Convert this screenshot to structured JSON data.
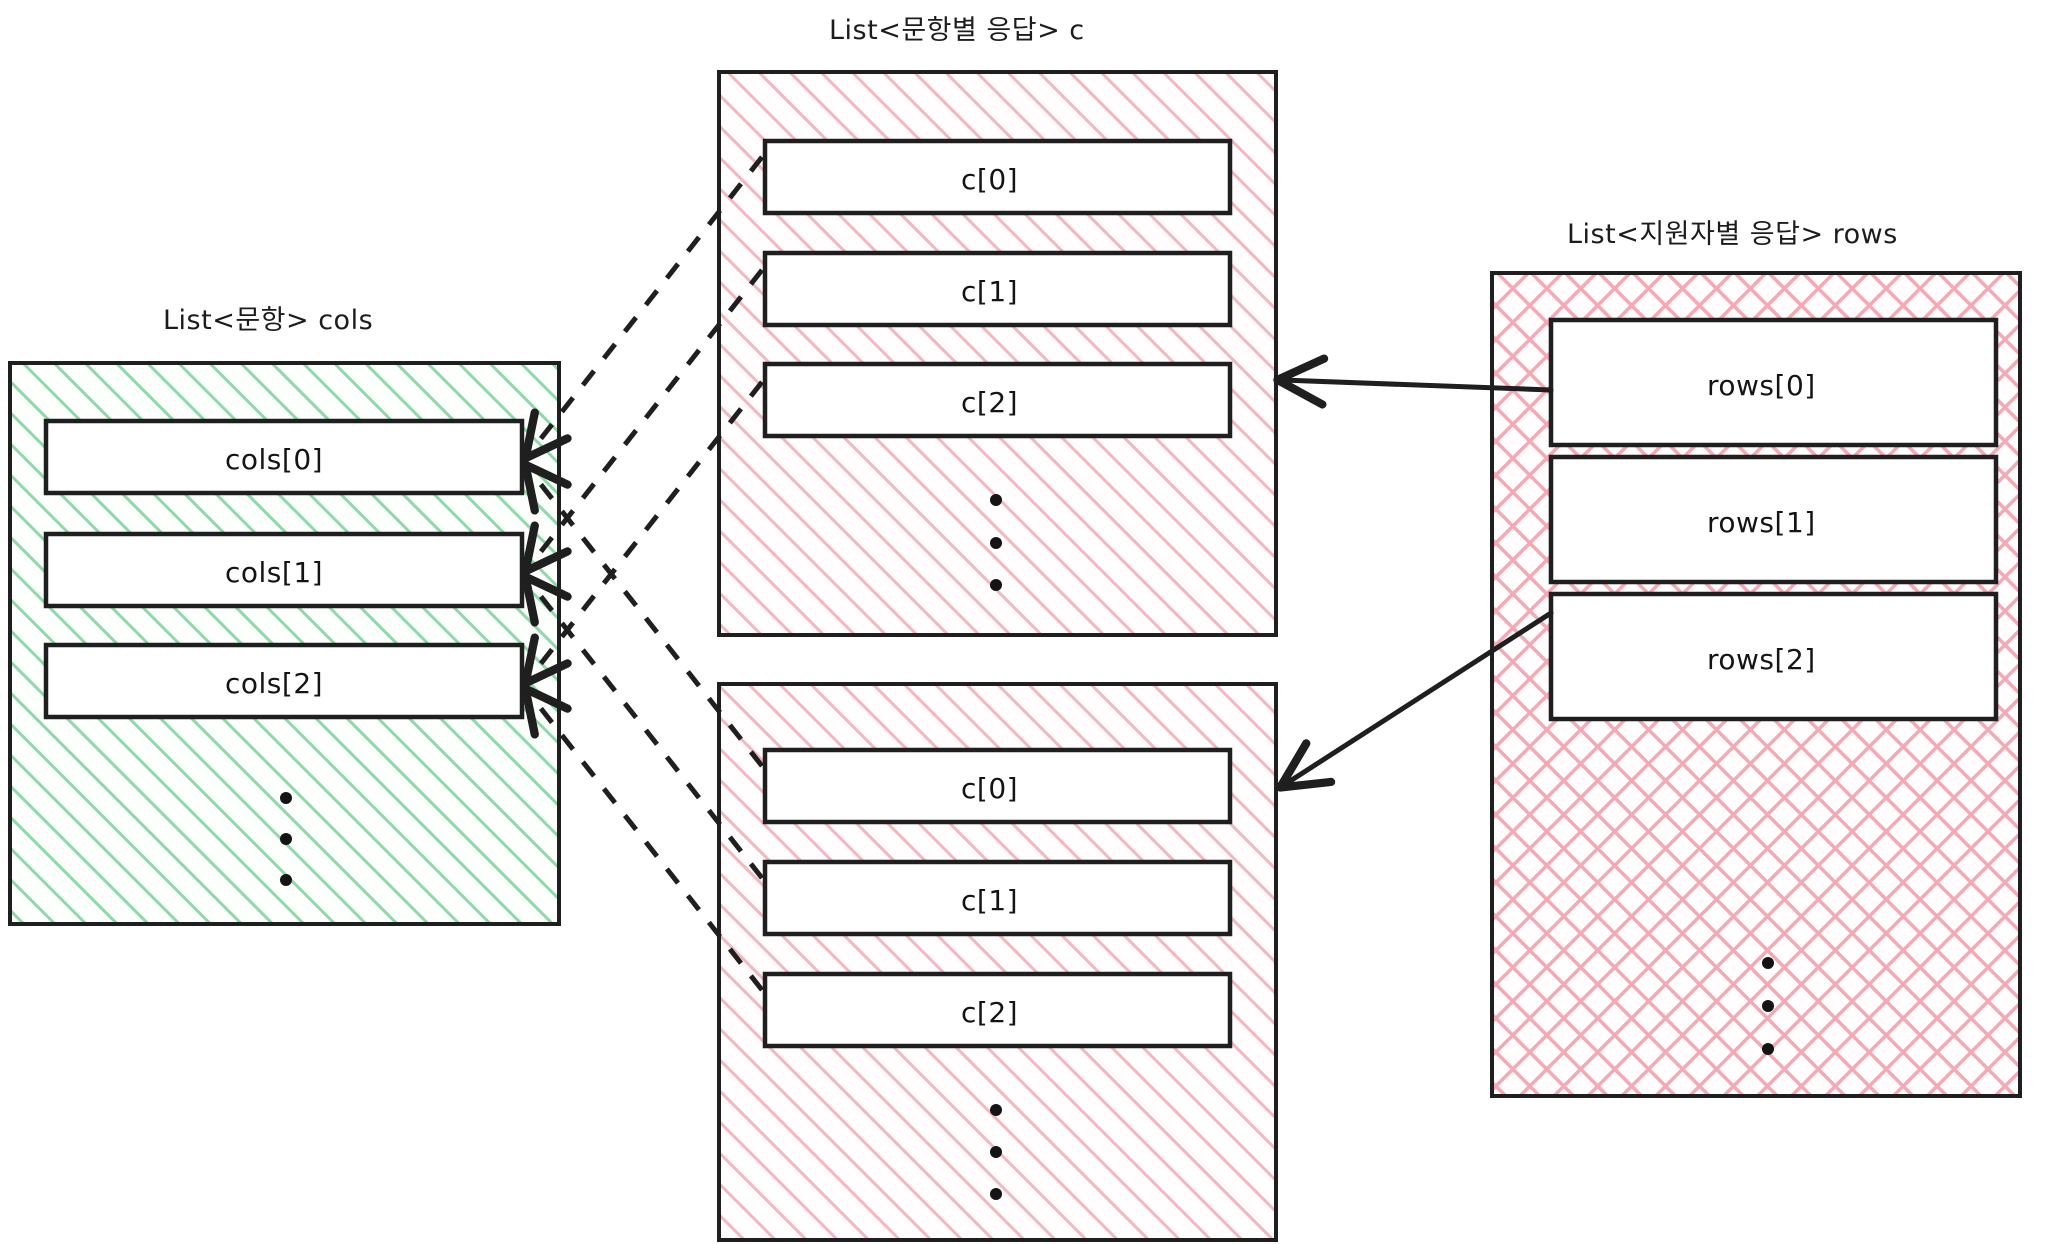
{
  "diagram": {
    "title_cols": "List<문항> cols",
    "title_c_upper": "List<문항별 응답> c",
    "title_rows": "List<지원자별 응답> rows",
    "ellipsis_glyph": "•",
    "colors": {
      "green_hatch": "#8fd9a8",
      "pink_hatch": "#f2b8c0",
      "pink_cross": "#f4a9b4",
      "stroke": "#1f1f1f",
      "box_fill": "#ffffff",
      "background": "#ffffff"
    },
    "containers": [
      {
        "name": "cols",
        "label": "List<문항> cols",
        "pattern": "diagonal-hatch-green",
        "items": [
          "cols[0]",
          "cols[1]",
          "cols[2]"
        ],
        "has_ellipsis": true
      },
      {
        "name": "c-upper",
        "label": "List<문항별 응답> c",
        "pattern": "diagonal-hatch-pink",
        "items": [
          "c[0]",
          "c[1]",
          "c[2]"
        ],
        "has_ellipsis": true
      },
      {
        "name": "c-lower",
        "label": "",
        "pattern": "diagonal-hatch-pink",
        "items": [
          "c[0]",
          "c[1]",
          "c[2]"
        ],
        "has_ellipsis": true
      },
      {
        "name": "rows",
        "label": "List<지원자별 응답> rows",
        "pattern": "cross-hatch-pink",
        "items": [
          "rows[0]",
          "rows[1]",
          "rows[2]"
        ],
        "has_ellipsis": true
      }
    ],
    "connections": [
      {
        "from": "c-upper.c[0]",
        "to": "cols.cols[0]",
        "style": "dashed",
        "arrow": "to"
      },
      {
        "from": "c-upper.c[1]",
        "to": "cols.cols[1]",
        "style": "dashed",
        "arrow": "to"
      },
      {
        "from": "c-upper.c[2]",
        "to": "cols.cols[2]",
        "style": "dashed",
        "arrow": "to"
      },
      {
        "from": "c-lower.c[0]",
        "to": "cols.cols[0]",
        "style": "dashed",
        "arrow": "to"
      },
      {
        "from": "c-lower.c[1]",
        "to": "cols.cols[1]",
        "style": "dashed",
        "arrow": "to"
      },
      {
        "from": "c-lower.c[2]",
        "to": "cols.cols[2]",
        "style": "dashed",
        "arrow": "to"
      },
      {
        "from": "rows.rows[0]",
        "to": "c-upper",
        "style": "solid",
        "arrow": "to"
      },
      {
        "from": "rows.rows[1]",
        "to": "c-lower",
        "style": "solid",
        "arrow": "to"
      }
    ]
  },
  "labels": {
    "cols_0": "cols[0]",
    "cols_1": "cols[1]",
    "cols_2": "cols[2]",
    "c_u_0": "c[0]",
    "c_u_1": "c[1]",
    "c_u_2": "c[2]",
    "c_l_0": "c[0]",
    "c_l_1": "c[1]",
    "c_l_2": "c[2]",
    "rows_0": "rows[0]",
    "rows_1": "rows[1]",
    "rows_2": "rows[2]"
  }
}
